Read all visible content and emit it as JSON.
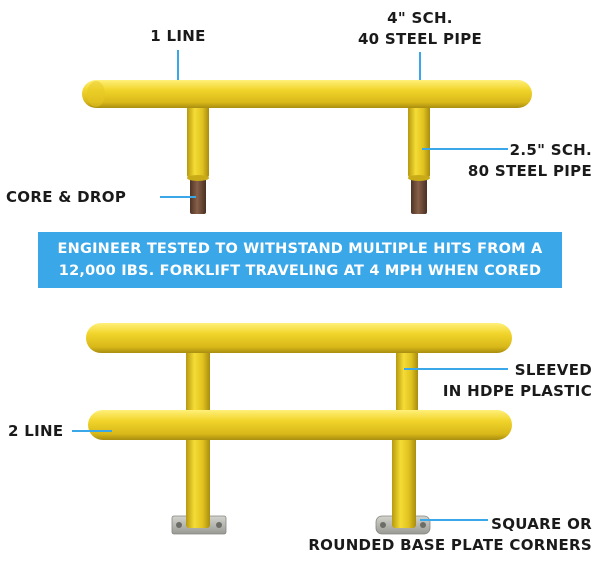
{
  "labels": {
    "one_line": "1 LINE",
    "pipe_4_line1": "4\" SCH.",
    "pipe_4_line2": "40 STEEL PIPE",
    "pipe_25_line1": "2.5\" SCH.",
    "pipe_25_line2": "80 STEEL PIPE",
    "core_drop": "CORE & DROP",
    "sleeved_line1": "SLEEVED",
    "sleeved_line2": "IN HDPE PLASTIC",
    "two_line": "2 LINE",
    "base_line1": "SQUARE OR",
    "base_line2": "ROUNDED BASE PLATE CORNERS"
  },
  "banner": {
    "line1": "ENGINEER TESTED TO WITHSTAND MULTIPLE HITS FROM A",
    "line2": "12,000 IBS. FORKLIFT TRAVELING AT 4 MPH WHEN CORED"
  },
  "colors": {
    "rail_yellow": "#f2d52b",
    "banner_blue": "#3aa7e8",
    "leader_blue": "#3aa7e8",
    "core_rust": "#6e4a36",
    "plate_gray": "#b9b9b3"
  }
}
